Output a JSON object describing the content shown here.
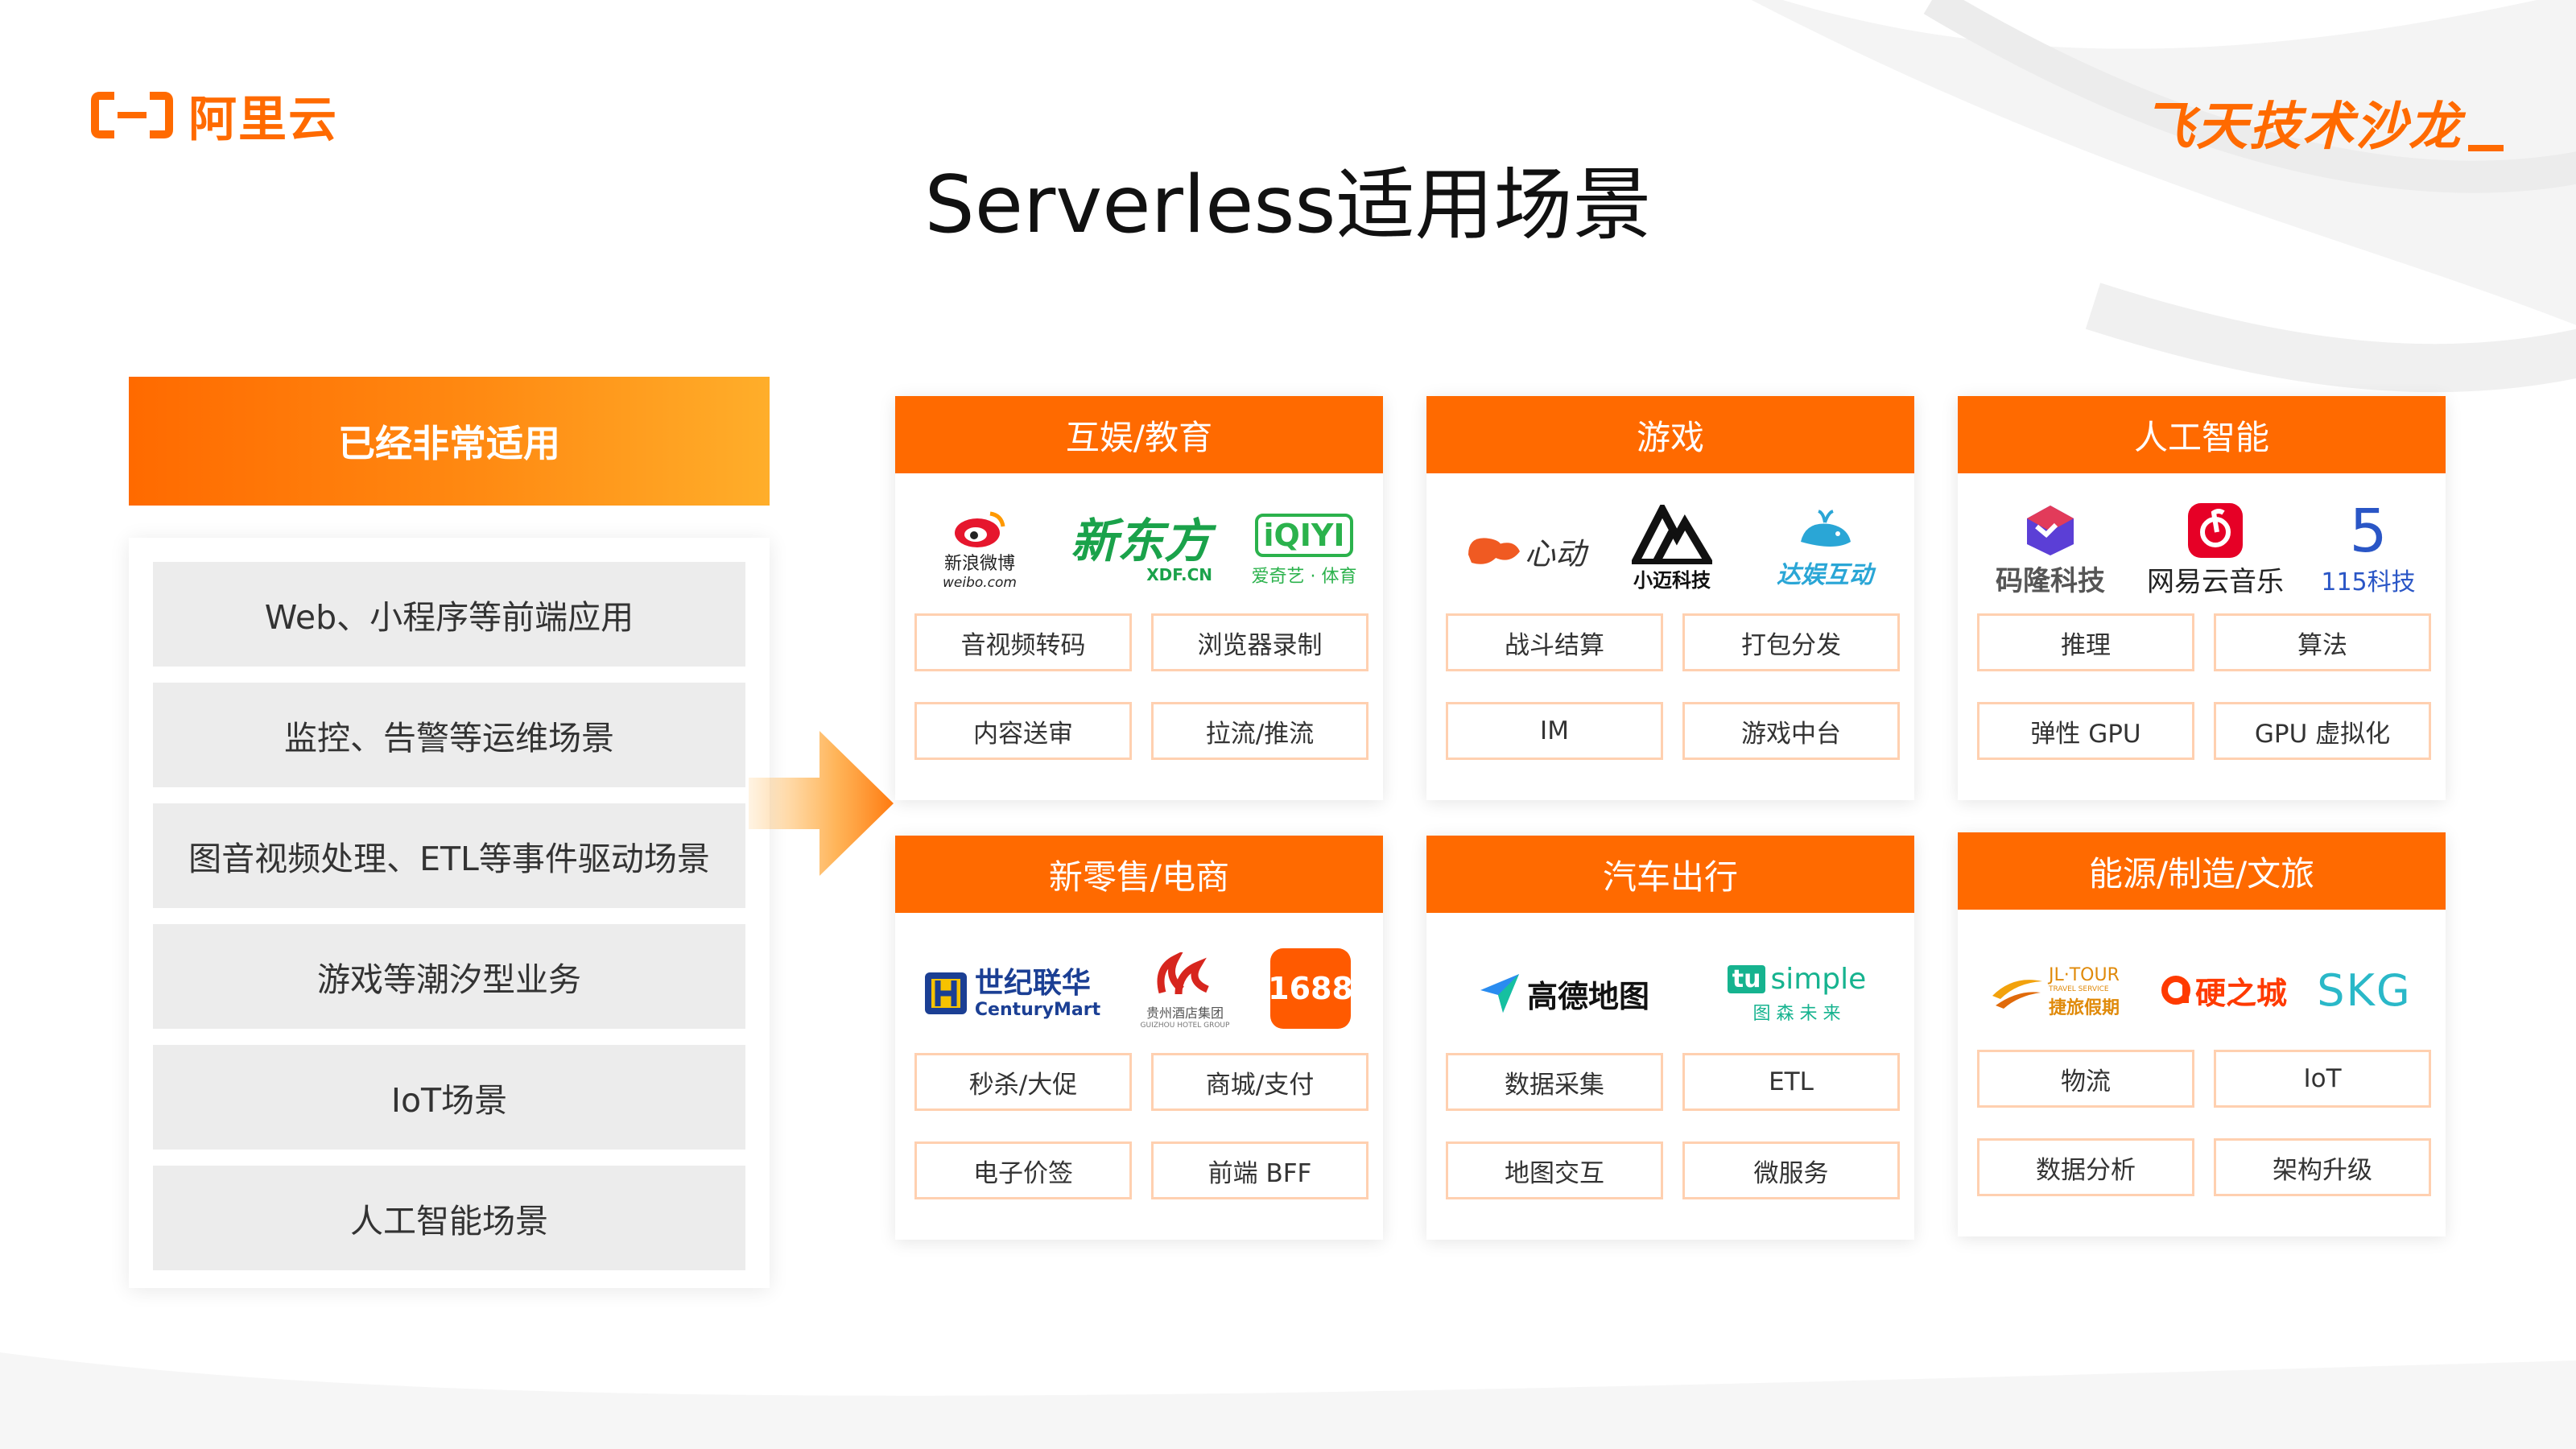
{
  "header": {
    "brand_left": "阿里云",
    "brand_right": "飞天技术沙龙",
    "title": "Serverless适用场景"
  },
  "left_panel": {
    "heading": "已经非常适用",
    "items": [
      "Web、小程序等前端应用",
      "监控、告警等运维场景",
      "图音视频处理、ETL等事件驱动场景",
      "游戏等潮汐型业务",
      "IoT场景",
      "人工智能场景"
    ]
  },
  "cards": [
    {
      "title": "互娱/教育",
      "logos": [
        {
          "line1": "新浪微博",
          "line2": "weibo.com"
        },
        {
          "line1": "新东方",
          "line2": "XDF.CN"
        },
        {
          "line1": "iQIYI",
          "line2": "爱奇艺 · 体育"
        }
      ],
      "tags": [
        "音视频转码",
        "浏览器录制",
        "内容送审",
        "拉流/推流"
      ]
    },
    {
      "title": "游戏",
      "logos": [
        {
          "line1": "心动"
        },
        {
          "line1": "小迈科技"
        },
        {
          "line1": "达娱互动"
        }
      ],
      "tags": [
        "战斗结算",
        "打包分发",
        "IM",
        "游戏中台"
      ]
    },
    {
      "title": "人工智能",
      "logos": [
        {
          "line1": "码隆科技"
        },
        {
          "line1": "网易云音乐"
        },
        {
          "line1": "5",
          "line2": "115科技"
        }
      ],
      "tags": [
        "推理",
        "算法",
        "弹性 GPU",
        "GPU 虚拟化"
      ]
    },
    {
      "title": "新零售/电商",
      "logos": [
        {
          "line1": "世纪联华",
          "line2": "CenturyMart"
        },
        {
          "line1": "贵州酒店集团",
          "line2": "GUIZHOU HOTEL GROUP"
        },
        {
          "line1": "1688"
        }
      ],
      "tags": [
        "秒杀/大促",
        "商城/支付",
        "电子价签",
        "前端 BFF"
      ]
    },
    {
      "title": "汽车出行",
      "logos": [
        {
          "line1": "高德地图"
        },
        {
          "line1": "tu",
          "line2": "simple",
          "line3": "图 森 未 来"
        }
      ],
      "tags": [
        "数据采集",
        "ETL",
        "地图交互",
        "微服务"
      ]
    },
    {
      "title": "能源/制造/文旅",
      "logos": [
        {
          "line1": "JL·TOUR",
          "line2": "TRAVEL SERVICE",
          "line3": "捷旅假期"
        },
        {
          "line1": "硬之城"
        },
        {
          "line1": "SKG"
        }
      ],
      "tags": [
        "物流",
        "IoT",
        "数据分析",
        "架构升级"
      ]
    }
  ],
  "colors": {
    "accent": "#ff6a00",
    "accent_light": "#ffae2a",
    "tag_border": "#ffd0b0",
    "item_bg": "#ececec"
  }
}
